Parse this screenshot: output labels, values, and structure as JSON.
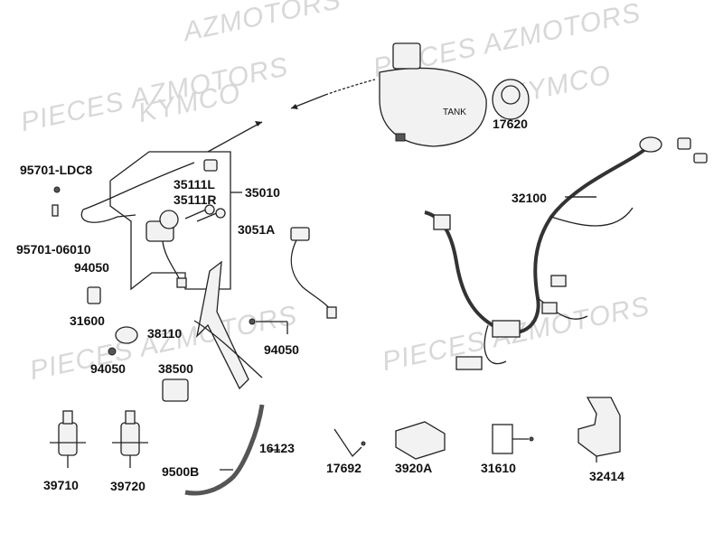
{
  "watermarks": [
    "PIECES AZMOTORS",
    "KYMCO",
    "PIECES AZMOTORS",
    "KYMCO",
    "PIECES AZMOTORS",
    "PIECES AZMOTORS",
    "AZMOTORS"
  ],
  "tank_label": "TANK",
  "parts": {
    "p95701_ldc8": "95701-LDC8",
    "p95701_06010": "95701-06010",
    "p94050_a": "94050",
    "p31600": "31600",
    "p38110": "38110",
    "p94050_b": "94050",
    "p38500": "38500",
    "p35111l": "35111L",
    "p35111r": "35111R",
    "p35010": "35010",
    "p3051a": "3051A",
    "p94050_c": "94050",
    "p17620": "17620",
    "p32100": "32100",
    "p39710": "39710",
    "p39720": "39720",
    "p9500b": "9500B",
    "p16123": "16123",
    "p17692": "17692",
    "p3920a": "3920A",
    "p31610": "31610",
    "p32414": "32414"
  }
}
